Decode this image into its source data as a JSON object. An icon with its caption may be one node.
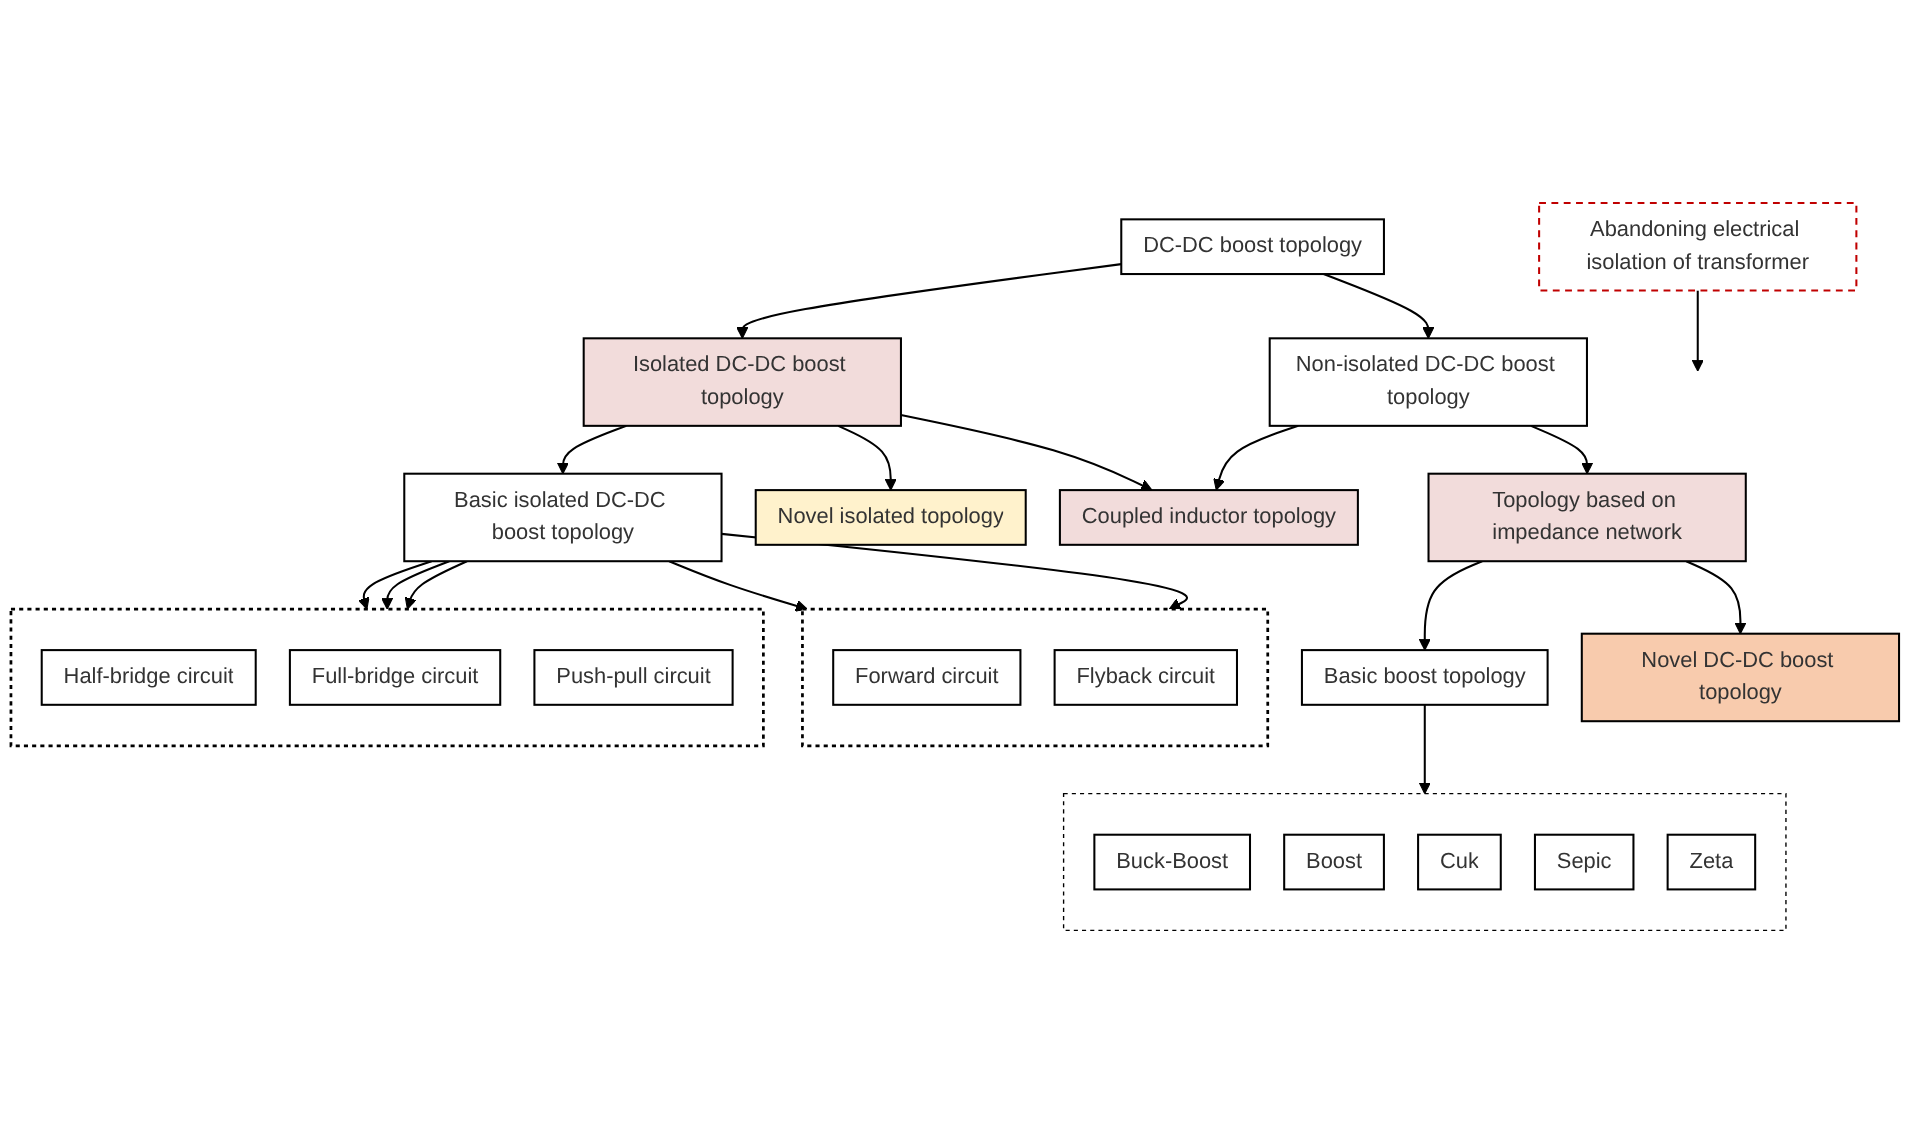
{
  "diagram": {
    "nodes": [
      {
        "text": [
          "DC-DC boost topology"
        ]
      },
      {
        "text": [
          "Isolated DC-DC boost topology"
        ]
      },
      {
        "text": [
          "Non-isolated DC-DC boost topology"
        ]
      },
      {
        "text": [
          "Basic isolated DC-DC boost topology"
        ]
      },
      {
        "text": [
          "Novel isolated topology"
        ]
      },
      {
        "text": [
          "Abandoning electrical isolation of transformer"
        ]
      },
      {
        "text": [],
        "shape": "box"
      },
      {
        "text": [
          "Forward circuit"
        ],
        "in": 6
      },
      {
        "text": [
          "Flyback circuit"
        ],
        "in": 6
      },
      {
        "text": [],
        "shape": "box"
      },
      {
        "text": [
          "Half-bridge circuit"
        ],
        "in": 9
      },
      {
        "text": [
          "Full-bridge circuit"
        ],
        "in": 9
      },
      {
        "text": [
          "Push-pull circuit"
        ],
        "in": 9
      },
      {
        "text": [
          "Coupled inductor topology"
        ]
      },
      {
        "text": [
          "Topology based on impedance network"
        ]
      },
      {
        "text": [
          "Basic boost topology"
        ]
      },
      {
        "text": [
          "Novel DC-DC boost topology"
        ]
      },
      {
        "text": [],
        "shape": "box"
      },
      {
        "text": [
          "Buck-Boost"
        ],
        "in": 17
      },
      {
        "text": [
          "Boost"
        ],
        "in": 17
      },
      {
        "text": [
          "Cuk"
        ],
        "in": 17
      },
      {
        "text": [
          "Sepic"
        ],
        "in": 17
      },
      {
        "text": [
          "Zeta"
        ],
        "in": 17
      }
    ],
    "edges": [
      {
        "from": 0,
        "to": 1,
        "arrow": "to"
      },
      {
        "from": 0,
        "to": 2,
        "arrow": "to"
      },
      {
        "from": 1,
        "to": 3,
        "arrow": "to"
      },
      {
        "from": 1,
        "to": 4,
        "arrow": "to"
      },
      {
        "from": 1,
        "to": 13,
        "arrow": "to"
      },
      {
        "from": 5,
        "to": null,
        "arrow": "to"
      },
      {
        "from": 3,
        "to": 6,
        "arrow": "to"
      },
      {
        "from": 3,
        "to": 6,
        "arrow": "to"
      },
      {
        "from": 3,
        "to": 9,
        "arrow": "to"
      },
      {
        "from": 3,
        "to": 9,
        "arrow": "to"
      },
      {
        "from": 3,
        "to": 9,
        "arrow": "to"
      },
      {
        "from": 2,
        "to": 13,
        "arrow": "to"
      },
      {
        "from": 2,
        "to": 14,
        "arrow": "to"
      },
      {
        "from": 14,
        "to": 15,
        "arrow": "to"
      },
      {
        "from": 14,
        "to": 16,
        "arrow": "to"
      },
      {
        "from": 15,
        "to": 17,
        "arrow": "to"
      }
    ]
  }
}
